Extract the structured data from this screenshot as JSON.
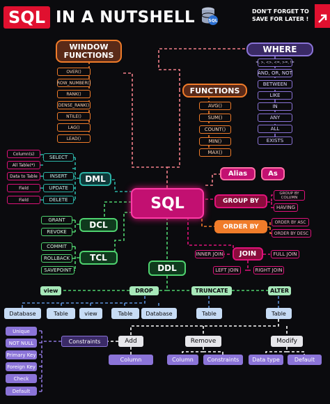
{
  "header": {
    "sql_badge": "SQL",
    "title_rest": "IN A NUTSHELL",
    "reminder": "DON'T FORGET TO SAVE FOR LATER !"
  },
  "center": {
    "label": "SQL"
  },
  "window_functions": {
    "title": "WINDOW FUNCTIONS",
    "items": [
      "OVER()",
      "ROW_NUMBER()",
      "RANK()",
      "DENSE_RANK()",
      "NTILE()",
      "LAG()",
      "LEAD()"
    ]
  },
  "functions": {
    "title": "FUNCTIONS",
    "items": [
      "AVG()",
      "SUM()",
      "COUNT()",
      "MIN()",
      "MAX()"
    ]
  },
  "where": {
    "title": "WHERE",
    "items": [
      "=, >, <>, <=, >=, !=",
      "AND, OR, NOT",
      "BETWEEN",
      "LIKE",
      "IN",
      "ANY",
      "ALL",
      "EXISTS"
    ]
  },
  "alias": {
    "label": "Alias",
    "value": "As"
  },
  "group_by": {
    "label": "GROUP BY",
    "items": [
      "GROUP BY COLUMN",
      "HAVING"
    ]
  },
  "order_by": {
    "label": "ORDER BY",
    "items": [
      "ORDER BY ASC",
      "ORDER BY DESC"
    ]
  },
  "join": {
    "label": "JOIN",
    "items": [
      "INNER JOIN",
      "FULL JOIN",
      "LEFT JOIN",
      "RIGHT JOIN"
    ]
  },
  "dml": {
    "label": "DML",
    "left_items": [
      "Column(s)",
      "All Table(*)",
      "Data to Table",
      "Field",
      "Field"
    ],
    "items": [
      "SELECT",
      "INSERT",
      "UPDATE",
      "DELETE"
    ]
  },
  "dcl": {
    "label": "DCL",
    "items": [
      "GRANT",
      "REVOKE"
    ]
  },
  "tcl": {
    "label": "TCL",
    "items": [
      "COMMIT",
      "ROLLBACK",
      "SAVEPOINT"
    ]
  },
  "ddl": {
    "label": "DDL",
    "drop": "DROP",
    "truncate": "TRUNCATE",
    "alter": "ALTER",
    "view": "view",
    "drop_items": [
      "Database",
      "Table",
      "view",
      "Table",
      "Database"
    ],
    "truncate_item": "Table",
    "alter_item": "Table",
    "alter_ops": [
      "Add",
      "Remove",
      "Modify"
    ],
    "constraints": "Constraints",
    "constraint_items": [
      "Unique",
      "NOT NULL",
      "Primary Key",
      "Foreign Key",
      "Check",
      "Default"
    ],
    "add_item": "Column",
    "remove_items": [
      "Column",
      "Constraints"
    ],
    "modify_items": [
      "Data type",
      "Default"
    ]
  },
  "colors": {
    "background": "#0b0b0e",
    "accent_red": "#e0102f",
    "orange": "#f07c2a",
    "pink": "#e8407a",
    "magenta": "#e0127a",
    "teal": "#2bb3a6",
    "green": "#4fd36f",
    "purple": "#8b74d8",
    "blue": "#5b8fd6",
    "salmon": "#f2808a"
  }
}
